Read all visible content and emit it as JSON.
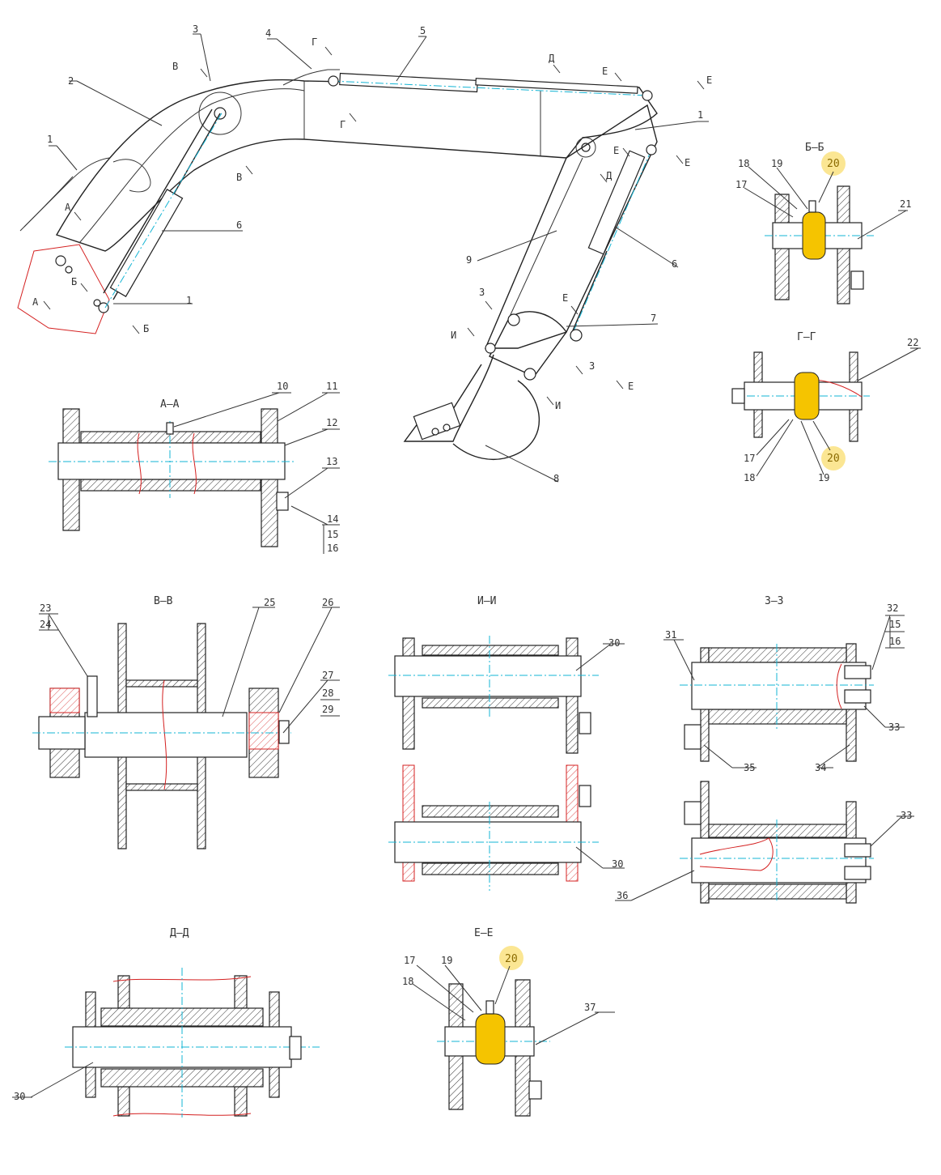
{
  "views": {
    "main": {
      "labels": [
        "1",
        "2",
        "3",
        "4",
        "5",
        "1",
        "6",
        "6",
        "1",
        "9",
        "7",
        "8"
      ],
      "section_marks": [
        "В",
        "Г",
        "Д",
        "Е",
        "Е",
        "А",
        "А",
        "Б",
        "Б",
        "В",
        "Г",
        "Е",
        "Д",
        "Е",
        "Е",
        "З",
        "И",
        "З",
        "И",
        "Е"
      ]
    },
    "bb": {
      "title": "Б–Б",
      "labels": [
        "18",
        "19",
        "20",
        "17",
        "21"
      ]
    },
    "gg": {
      "title": "Г–Г",
      "labels": [
        "22",
        "17",
        "18",
        "19",
        "20"
      ]
    },
    "aa": {
      "title": "А–А",
      "labels": [
        "10",
        "11",
        "12",
        "13",
        "14",
        "15",
        "16"
      ]
    },
    "vv": {
      "title": "В–В",
      "labels": [
        "23",
        "24",
        "25",
        "26",
        "27",
        "28",
        "29"
      ]
    },
    "ii": {
      "title": "И–И",
      "labels": [
        "30",
        "30"
      ]
    },
    "zz": {
      "title": "З–З",
      "labels": [
        "31",
        "32",
        "15",
        "16",
        "33",
        "35",
        "34",
        "33",
        "36"
      ]
    },
    "dd": {
      "title": "Д–Д",
      "labels": [
        "30"
      ]
    },
    "ee": {
      "title": "Е–Е",
      "labels": [
        "17",
        "19",
        "20",
        "18",
        "37"
      ]
    }
  },
  "colors": {
    "outline": "#222222",
    "cut_red": "#d42020",
    "centerline": "#13b4d4",
    "highlight": "#f7d23a",
    "bushing": "#f5c400"
  }
}
